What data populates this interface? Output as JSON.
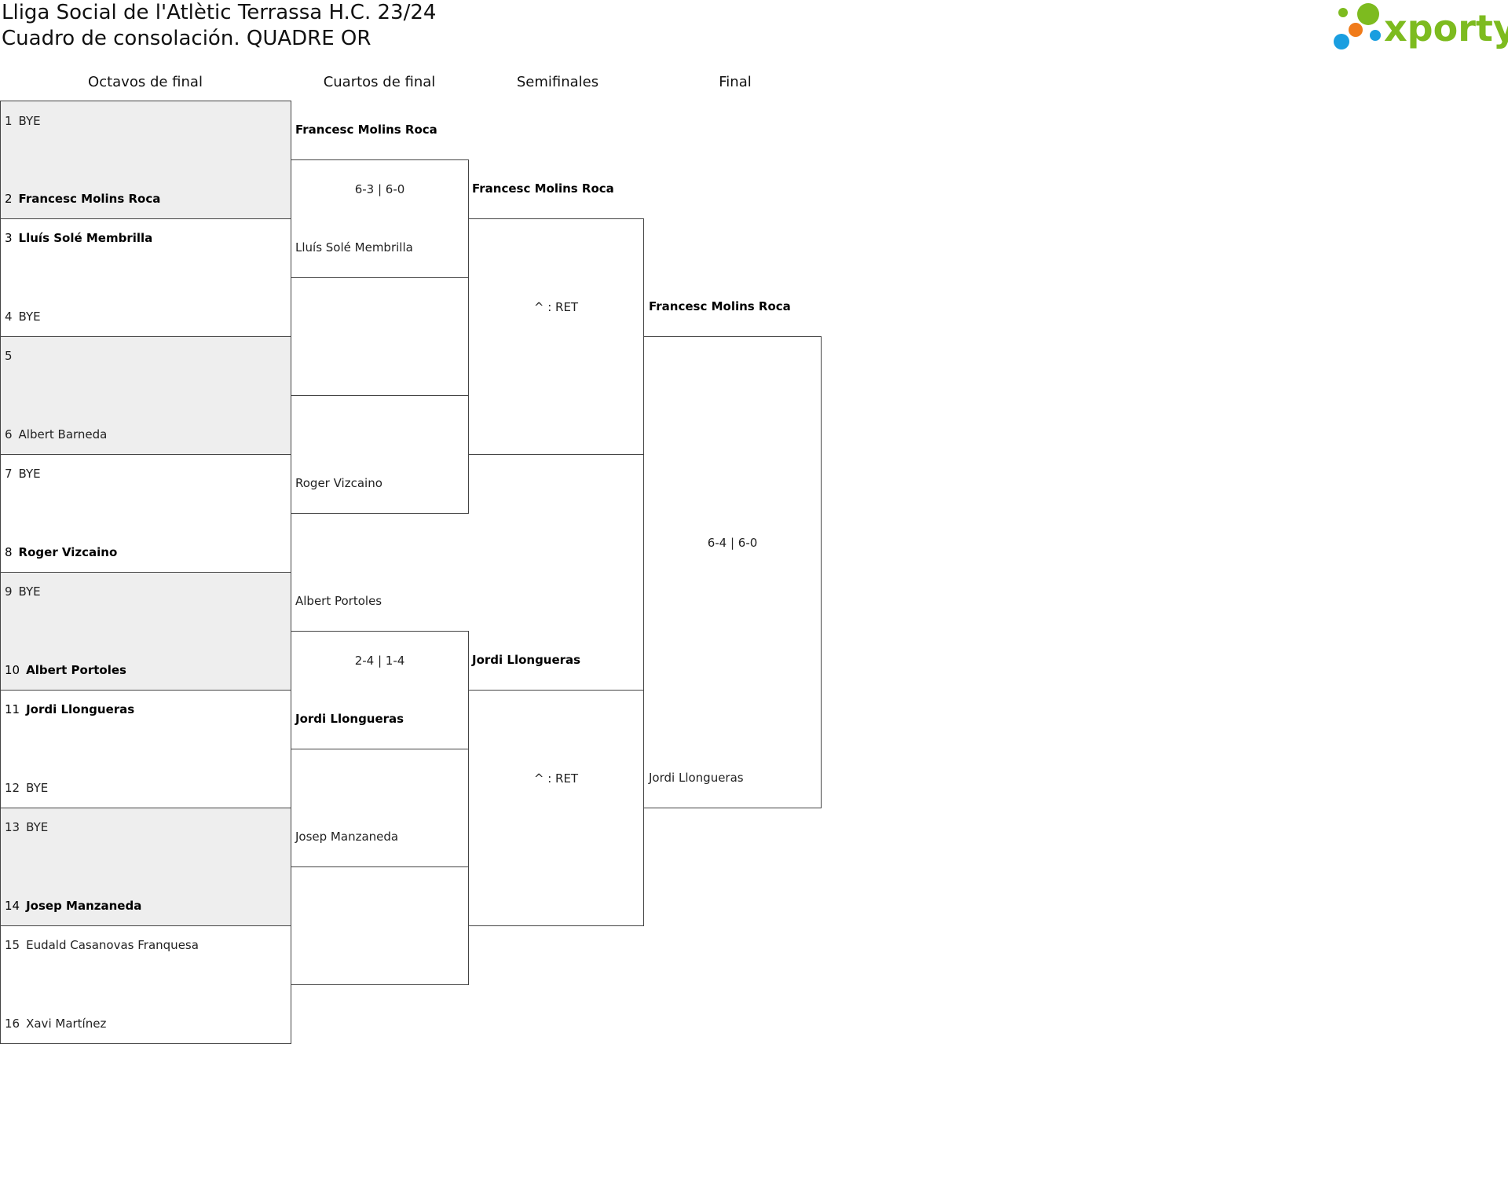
{
  "header": {
    "title": "Lliga Social de l'Atlètic Terrassa H.C. 23/24",
    "subtitle": "Cuadro de consolación. QUADRE OR",
    "logo_text": "xporty",
    "logo_colors": {
      "green": "#7dbb1f",
      "blue": "#1a9ee0",
      "orange": "#f07b1a"
    }
  },
  "rounds": [
    "Octavos de final",
    "Cuartos de final",
    "Semifinales",
    "Final"
  ],
  "octavos": [
    {
      "top": {
        "seed": "1",
        "name": "BYE"
      },
      "bottom": {
        "seed": "2",
        "name": "Francesc Molins Roca"
      }
    },
    {
      "top": {
        "seed": "3",
        "name": "Lluís Solé Membrilla"
      },
      "bottom": {
        "seed": "4",
        "name": "BYE"
      }
    },
    {
      "top": {
        "seed": "5",
        "name": ""
      },
      "bottom": {
        "seed": "6",
        "name": "Albert Barneda"
      }
    },
    {
      "top": {
        "seed": "7",
        "name": "BYE"
      },
      "bottom": {
        "seed": "8",
        "name": "Roger Vizcaino"
      }
    },
    {
      "top": {
        "seed": "9",
        "name": "BYE"
      },
      "bottom": {
        "seed": "10",
        "name": "Albert Portoles"
      }
    },
    {
      "top": {
        "seed": "11",
        "name": "Jordi Llongueras"
      },
      "bottom": {
        "seed": "12",
        "name": "BYE"
      }
    },
    {
      "top": {
        "seed": "13",
        "name": "BYE"
      },
      "bottom": {
        "seed": "14",
        "name": "Josep Manzaneda"
      }
    },
    {
      "top": {
        "seed": "15",
        "name": "Eudald Casanovas Franquesa"
      },
      "bottom": {
        "seed": "16",
        "name": "Xavi Martínez"
      }
    }
  ],
  "cuartos": [
    {
      "top": "Francesc Molins Roca",
      "bottom": "Lluís Solé Membrilla",
      "score": "6-3 | 6-0"
    },
    {
      "top": "",
      "bottom": "Roger Vizcaino",
      "score": ""
    },
    {
      "top": "Albert Portoles",
      "bottom": "Jordi Llongueras",
      "score": "2-4 | 1-4"
    },
    {
      "top": "Josep Manzaneda",
      "bottom": "",
      "score": ""
    }
  ],
  "semis": [
    {
      "top": "Francesc Molins Roca",
      "bottom": "",
      "score": "^ : RET"
    },
    {
      "top": "Jordi Llongueras",
      "bottom": "",
      "score": "^ : RET"
    }
  ],
  "final": {
    "top": "Francesc Molins Roca",
    "bottom": "Jordi Llongueras",
    "score": "6-4 | 6-0"
  }
}
